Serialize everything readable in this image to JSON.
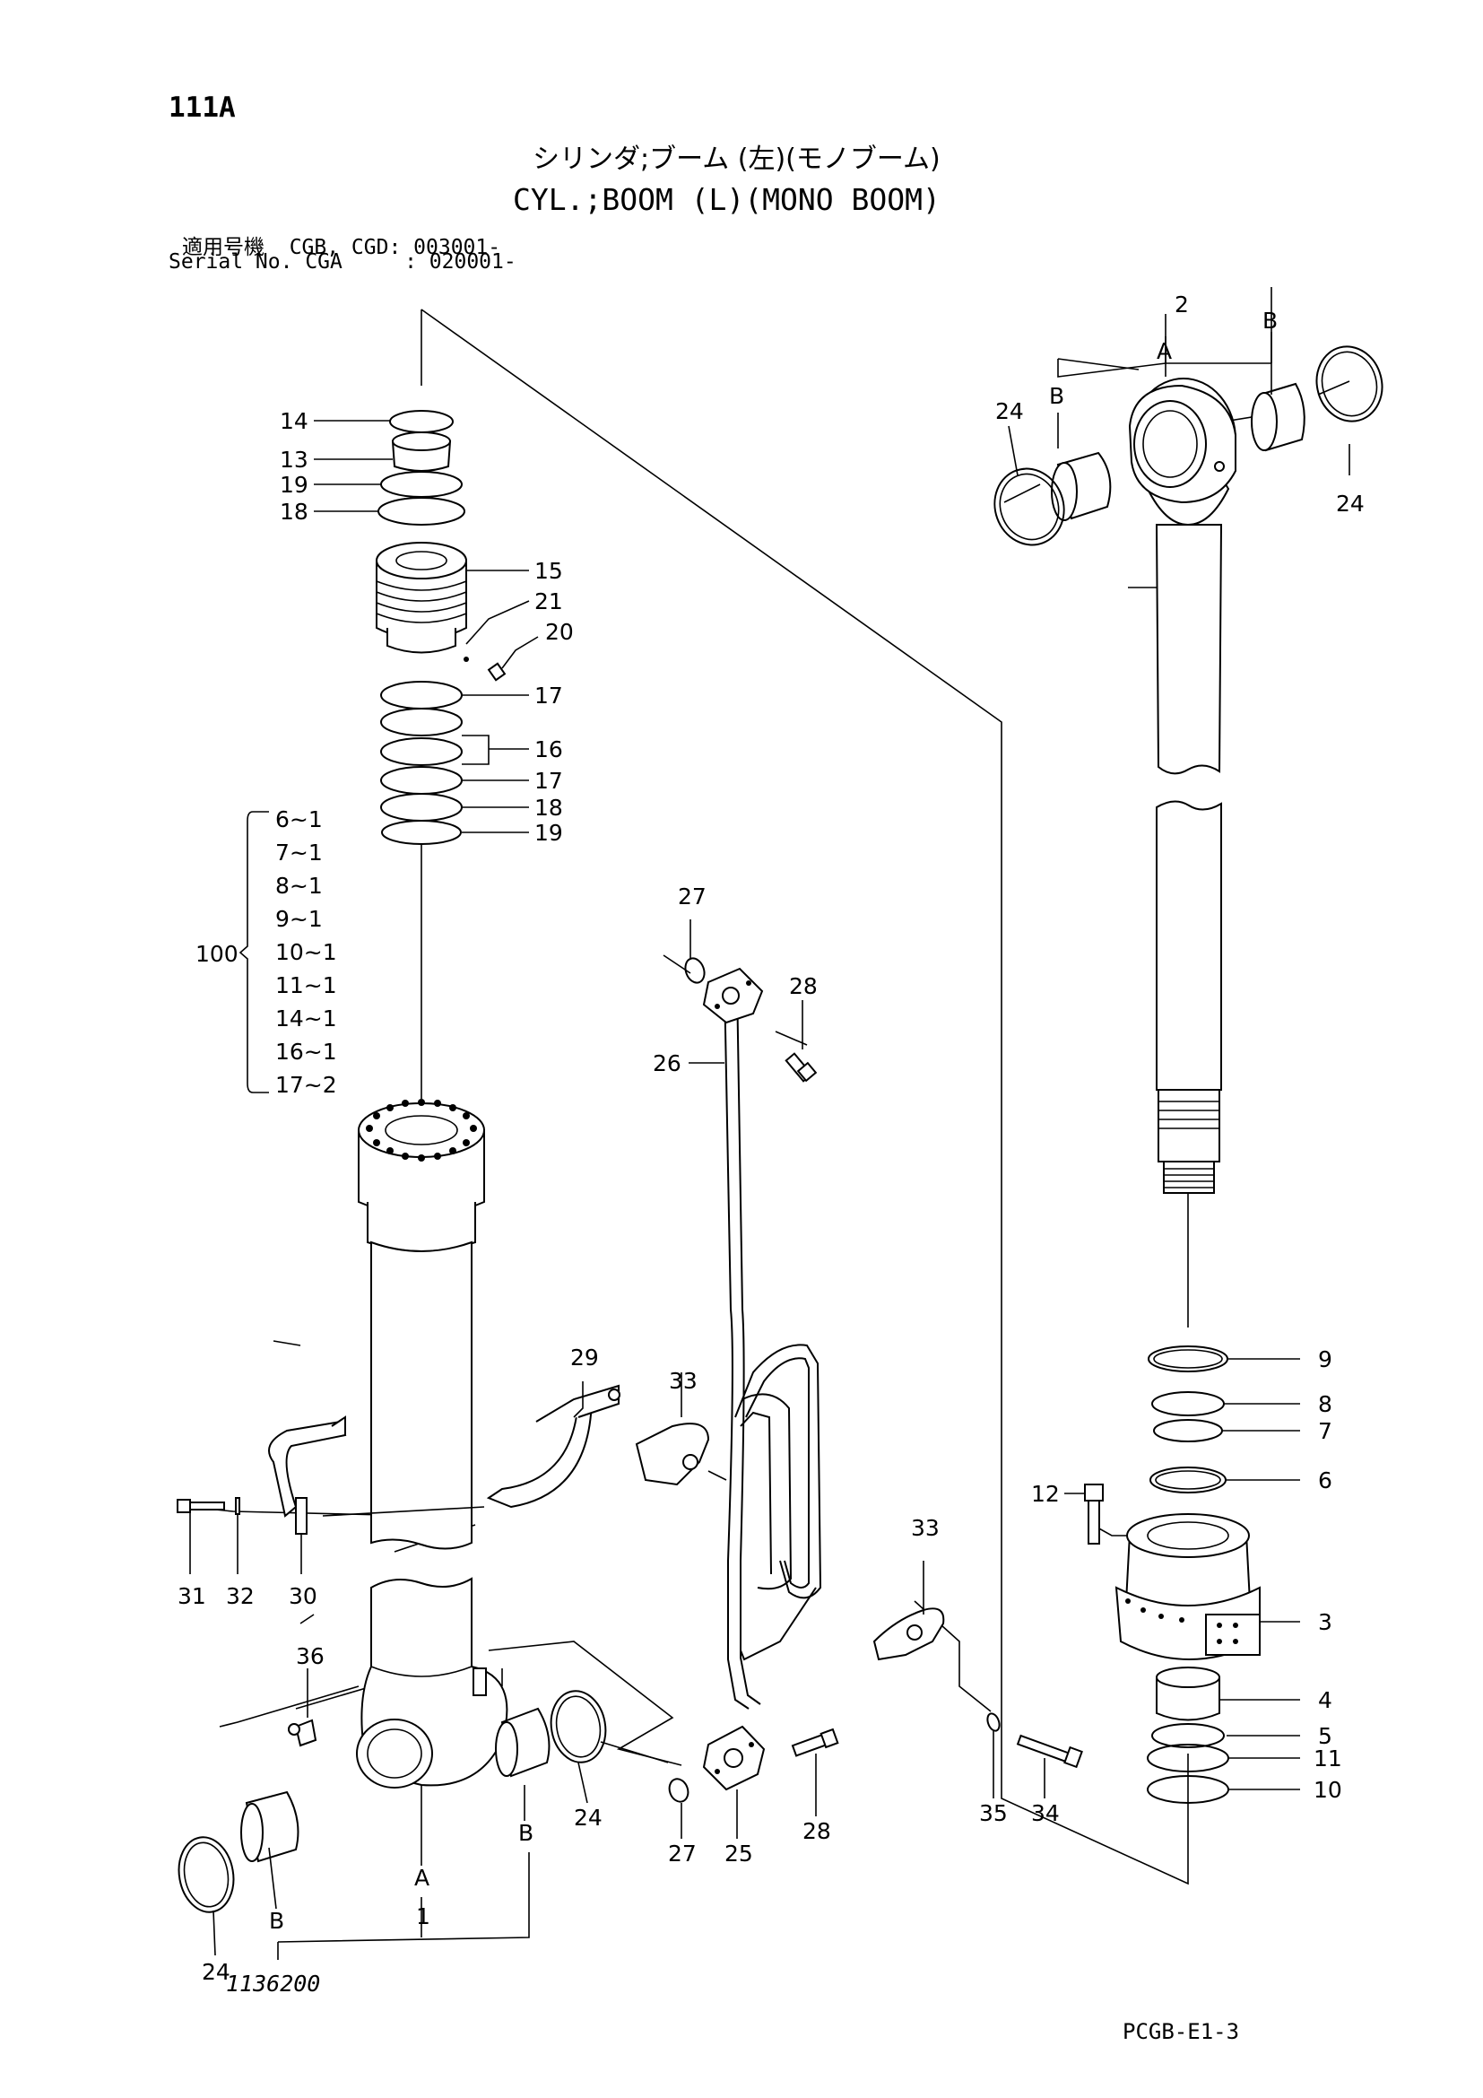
{
  "header": {
    "page_no": "111A",
    "title_jp": "シリンダ;ブーム (左)(モノブーム)",
    "title_en": "CYL.;BOOM (L)(MONO BOOM)",
    "serial_line_1": "適用号機  CGB, CGD: 003001-",
    "serial_line_2": "Serial No. CGA     : 020001-"
  },
  "footer": {
    "drawing_no": "1136200",
    "catalog_ref": "PCGB-E1-3"
  },
  "kit": {
    "number": "100",
    "items": [
      "6~1",
      "7~1",
      "8~1",
      "9~1",
      "10~1",
      "11~1",
      "14~1",
      "16~1",
      "17~2"
    ]
  },
  "callouts": {
    "c2": "2",
    "cA_top": "A",
    "cB_top_l": "B",
    "cB_top_r": "B",
    "c24_tl": "24",
    "c24_tr": "24",
    "c14": "14",
    "c13": "13",
    "c19a": "19",
    "c18a": "18",
    "c15": "15",
    "c21": "21",
    "c20": "20",
    "c17a": "17",
    "c16": "16",
    "c17b": "17",
    "c18b": "18",
    "c19b": "19",
    "c27a": "27",
    "c28a": "28",
    "c26": "26",
    "c29": "29",
    "c33a": "33",
    "c33b": "33",
    "c9": "9",
    "c8": "8",
    "c7": "7",
    "c6": "6",
    "c12": "12",
    "c3": "3",
    "c4": "4",
    "c5": "5",
    "c11": "11",
    "c10": "10",
    "c31": "31",
    "c32": "32",
    "c30": "30",
    "c36": "36",
    "c24_mid": "24",
    "cB_mid": "B",
    "cA_mid": "A",
    "c1": "1",
    "cB_bot": "B",
    "c24_bot": "24",
    "c27b": "27",
    "c25": "25",
    "c28b": "28",
    "c35": "35",
    "c34": "34"
  }
}
